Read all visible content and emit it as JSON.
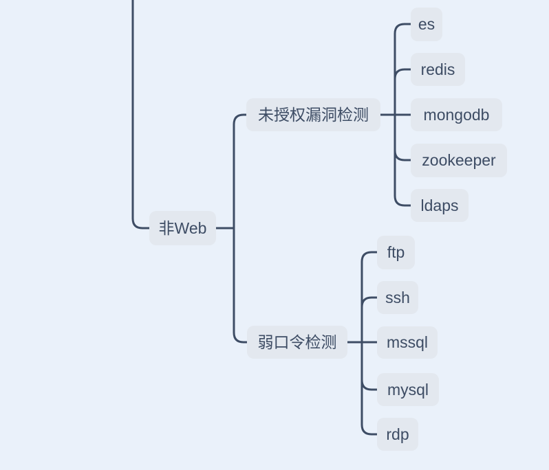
{
  "style": {
    "canvas_background": "#eaf1fa",
    "node_background": "#e3e8ef",
    "node_text_color": "#3d4c64",
    "connector_color": "#3e4d65"
  },
  "mindmap": {
    "branch": {
      "label": "非Web",
      "children": [
        {
          "label": "未授权漏洞检测",
          "children": [
            {
              "label": "es"
            },
            {
              "label": "redis"
            },
            {
              "label": "mongodb"
            },
            {
              "label": "zookeeper"
            },
            {
              "label": "ldaps"
            }
          ]
        },
        {
          "label": "弱口令检测",
          "children": [
            {
              "label": "ftp"
            },
            {
              "label": "ssh"
            },
            {
              "label": "mssql"
            },
            {
              "label": "mysql"
            },
            {
              "label": "rdp"
            }
          ]
        }
      ]
    }
  }
}
